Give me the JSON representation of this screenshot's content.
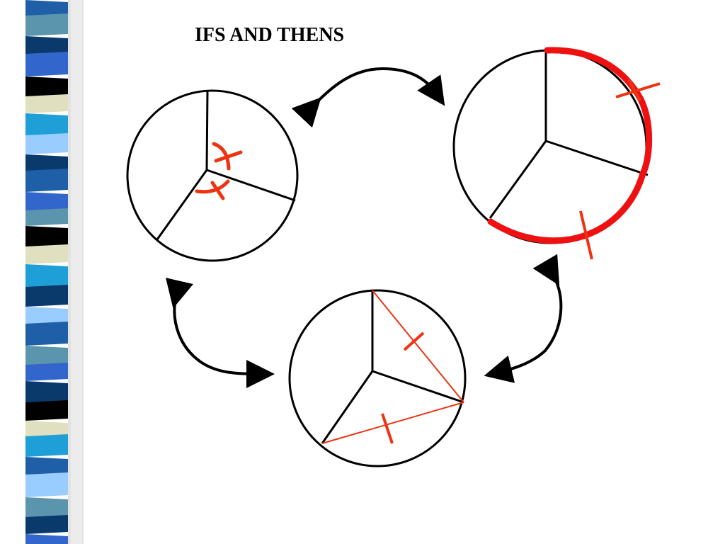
{
  "slide": {
    "title": "IFS AND THENS"
  },
  "colors": {
    "background": "#ffffff",
    "stroke": "#000000",
    "mark": "#ee3311",
    "arc_highlight": "#ee1111",
    "stripe_palette": [
      "#1e5fa8",
      "#5b94ad",
      "#0a3a6b",
      "#3366cc",
      "#000000",
      "#e0e0c0",
      "#1e9fd8",
      "#99ccff"
    ]
  },
  "figures": [
    {
      "name": "circle-equal-central-angles",
      "marks": "congruent-angle-ticks"
    },
    {
      "name": "circle-equal-arcs",
      "marks": "congruent-arc-ticks"
    },
    {
      "name": "circle-equal-chords",
      "marks": "congruent-chord-ticks"
    }
  ],
  "arrows": [
    {
      "name": "arrow-angles-to-arcs",
      "style": "double-headed-curved"
    },
    {
      "name": "arrow-arcs-to-chords",
      "style": "double-headed-curved"
    },
    {
      "name": "arrow-chords-to-angles",
      "style": "double-headed-curved"
    }
  ]
}
